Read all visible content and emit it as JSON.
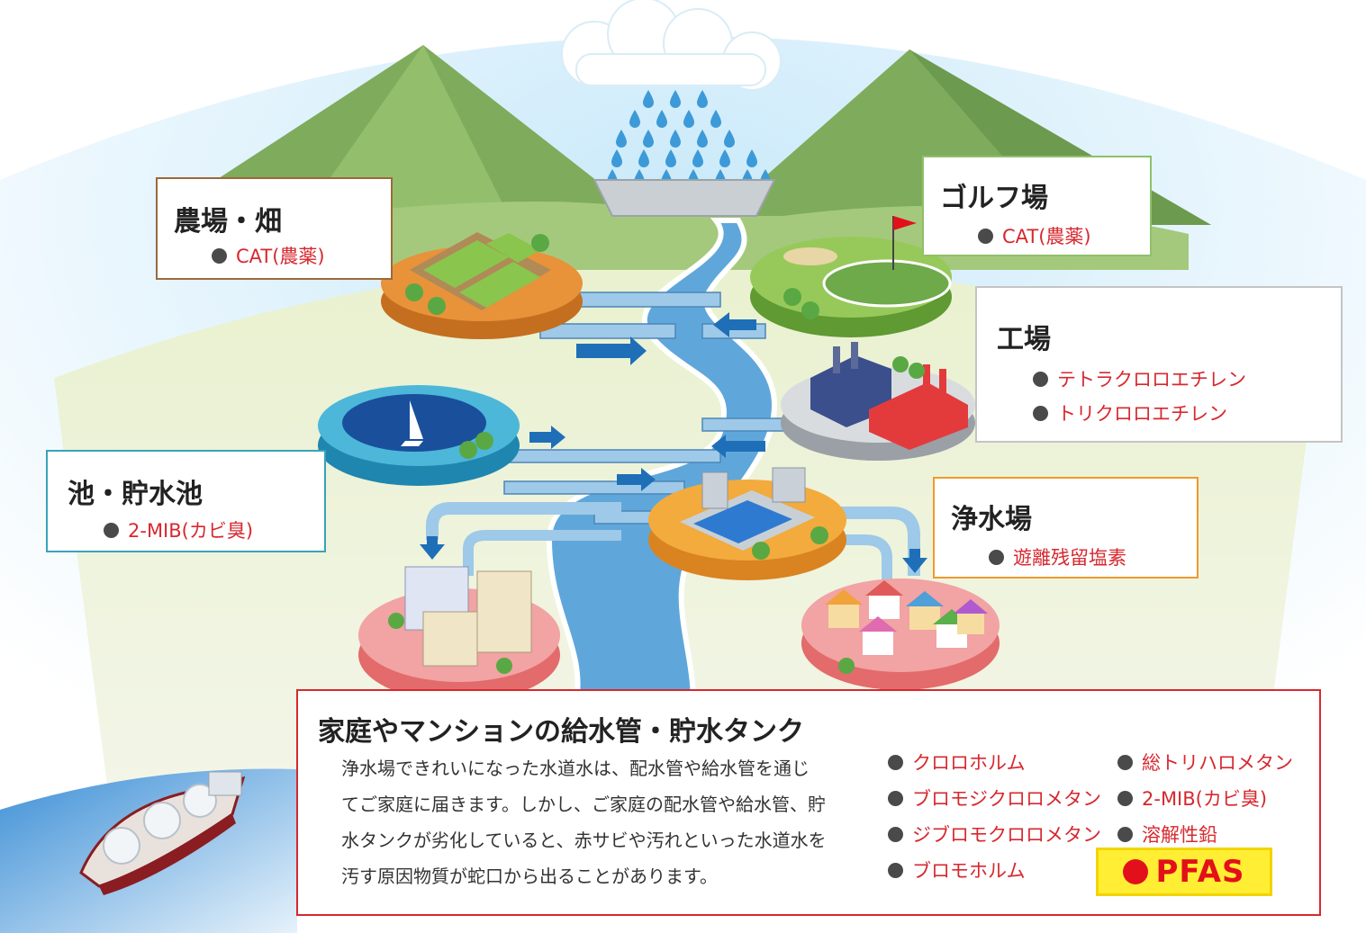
{
  "colors": {
    "contaminant_text": "#d7282f",
    "bullet": "#4a4a4a",
    "farm_border": "#9a6a3a",
    "golf_border": "#8fc06a",
    "factory_border": "#c4c4c4",
    "pond_border": "#3aa3b8",
    "plant_border": "#ef9a2e",
    "home_border": "#d7282f",
    "pfas_badge": "#ffee33",
    "river": "#5fa7db",
    "mountain": "#7fab5c",
    "sky": "#bfe3f7"
  },
  "labels": {
    "farm": {
      "title": "農場・畑",
      "items": [
        "CAT(農薬)"
      ]
    },
    "golf": {
      "title": "ゴルフ場",
      "items": [
        "CAT(農薬)"
      ]
    },
    "factory": {
      "title": "工場",
      "items": [
        "テトラクロロエチレン",
        "トリクロロエチレン"
      ]
    },
    "pond": {
      "title": "池・貯水池",
      "items": [
        "2-MIB(カビ臭)"
      ]
    },
    "plant": {
      "title": "浄水場",
      "items": [
        "遊離残留塩素"
      ]
    }
  },
  "home": {
    "title": "家庭やマンションの給水管・貯水タンク",
    "description_lines": [
      "浄水場できれいになった水道水は、配水管や給水管を通じ",
      "てご家庭に届きます。しかし、ご家庭の配水管や給水管、貯",
      "水タンクが劣化していると、赤サビや汚れといった水道水を",
      "汚す原因物質が蛇口から出ることがあります。"
    ],
    "items_col1": [
      "クロロホルム",
      "ブロモジクロロメタン",
      "ジブロモクロロメタン",
      "ブロモホルム"
    ],
    "items_col2": [
      "総トリハロメタン",
      "2-MIB(カビ臭)",
      "溶解性鉛"
    ],
    "pfas": "PFAS"
  }
}
